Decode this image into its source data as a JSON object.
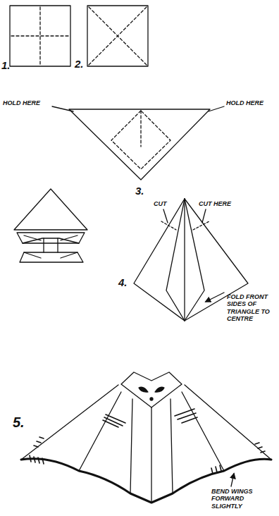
{
  "diagram": {
    "labels": [
      "1.",
      "2.",
      "HOLD HERE",
      "HOLD HERE",
      "3.",
      "CUT",
      "CUT HERE",
      "4.",
      "FOLD FRONT SIDES OF TRIANGLE TO CENTRE",
      "5.",
      "BEND WINGS FORWARD SLIGHTLY"
    ]
  }
}
